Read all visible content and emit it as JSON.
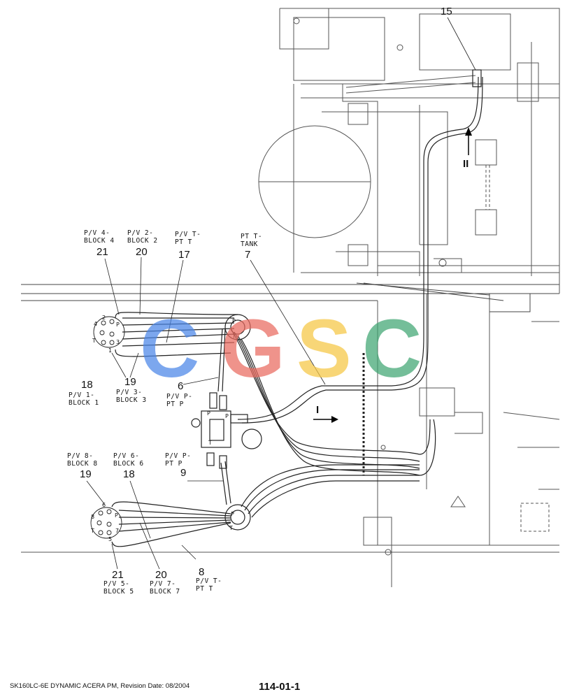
{
  "callouts": {
    "c15": "15",
    "c21_top": "21",
    "c20_top": "20",
    "c17": "17",
    "c7": "7",
    "c18_top": "18",
    "c19_mid": "19",
    "c6": "6",
    "c19_low": "19",
    "c18_low": "18",
    "c9": "9",
    "c21_bot": "21",
    "c20_bot": "20",
    "c8": "8"
  },
  "labels": {
    "pv4_block4": "P/V 4-\nBLOCK 4",
    "pv2_block2": "P/V 2-\nBLOCK 2",
    "pvt_ptt_top": "P/V T-\nPT T",
    "ptt_tank": "PT T-\nTANK",
    "pv1_block1": "P/V 1-\nBLOCK 1",
    "pv3_block3": "P/V 3-\nBLOCK 3",
    "pvp_ptp_top": "P/V P-\nPT P",
    "pv8_block8": "P/V 8-\nBLOCK 8",
    "pv6_block6": "P/V 6-\nBLOCK 6",
    "pvp_ptp_low": "P/V P-\nPT P",
    "pv5_block5": "P/V 5-\nBLOCK 5",
    "pv7_block7": "P/V 7-\nBLOCK 7",
    "pvt_ptt_low": "P/V T-\nPT T"
  },
  "view_markers": {
    "view_i": "I",
    "view_ii": "II"
  },
  "watermark": {
    "letters": [
      "C",
      "G",
      "S",
      "C"
    ],
    "colors": [
      "#4a86e8",
      "#ea6a5f",
      "#f6c744",
      "#3fa672"
    ]
  },
  "footer": {
    "model": "SK160LC-6E DYNAMIC ACERA PM, Revision Date: 08/2004",
    "page": "114-01-1"
  }
}
